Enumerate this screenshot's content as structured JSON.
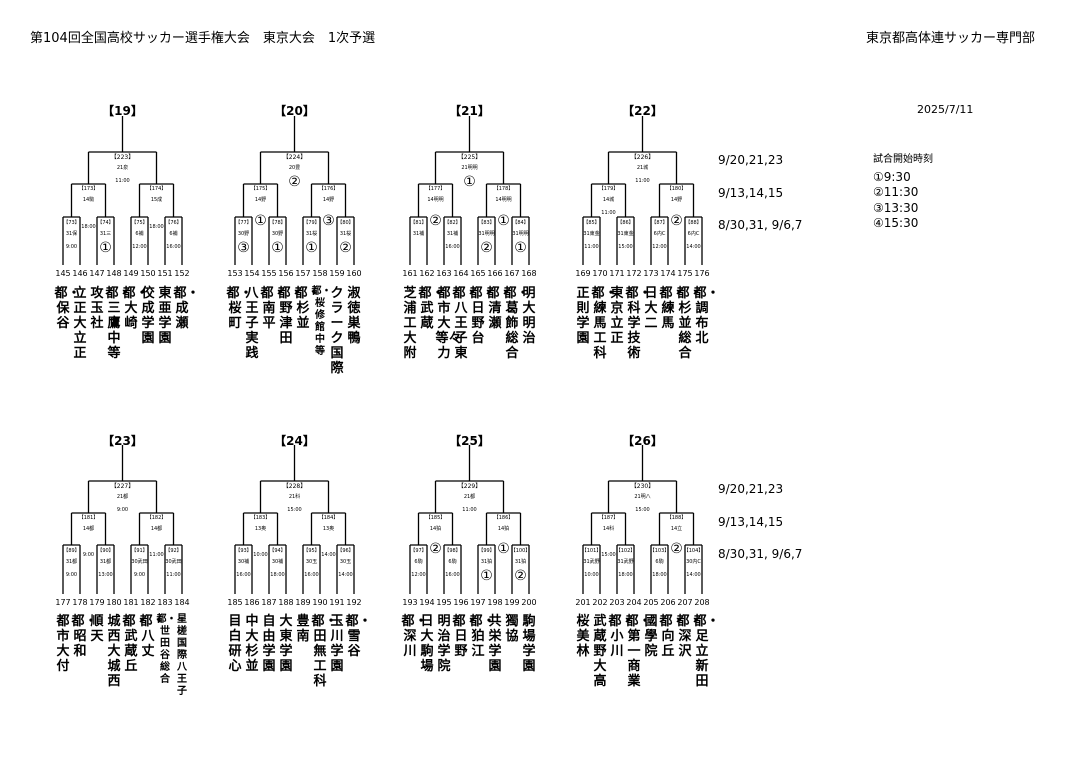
{
  "header": {
    "title": "第104回全国高校サッカー選手権大会　東京大会　1次予選",
    "org": "東京都高体連サッカー専門部",
    "date": "2025/7/11"
  },
  "schedule": {
    "final_dates": "9/20,21,23",
    "second_dates": "9/13,14,15",
    "first_dates": "8/30,31, 9/6,7"
  },
  "start_times": {
    "title": "試合開始時刻",
    "items": [
      "①9:30",
      "②11:30",
      "③13:30",
      "④15:30"
    ]
  },
  "blocks": [
    {
      "label": "【19】",
      "final": {
        "game": "【223】",
        "venue": "21泉",
        "time": "11:00",
        "circle": ""
      },
      "semis": [
        {
          "game": "【173】",
          "venue": "14駒",
          "time": ""
        },
        {
          "game": "【174】",
          "venue": "15成",
          "time": ""
        }
      ],
      "firsts": [
        {
          "game": "【73】",
          "venue": "31保",
          "time": "9:00",
          "circle": ""
        },
        {
          "game": "【74】",
          "venue": "31三",
          "time": "",
          "circle": "①"
        },
        {
          "game": "【75】",
          "venue": "6補",
          "time": "12:00",
          "circle": ""
        },
        {
          "game": "【76】",
          "venue": "6補",
          "time": "16:00",
          "circle": ""
        }
      ],
      "inner_times": [
        "18:00",
        "18:00"
      ],
      "numbers": [
        "145",
        "146",
        "147",
        "148",
        "149",
        "150",
        "151",
        "152"
      ],
      "teams": [
        "都・保谷",
        "立正大立正",
        "攻玉社",
        "都・三鷹中等",
        "都・大崎",
        "佼成学園",
        "東亜学園",
        "都・成瀬"
      ]
    },
    {
      "label": "【20】",
      "final": {
        "game": "【224】",
        "venue": "20豊",
        "time": "",
        "circle": "②"
      },
      "semis": [
        {
          "game": "【175】",
          "venue": "14野",
          "time": ""
        },
        {
          "game": "【176】",
          "venue": "14野",
          "time": ""
        }
      ],
      "firsts": [
        {
          "game": "【77】",
          "venue": "30野",
          "time": "",
          "circle": "③"
        },
        {
          "game": "【78】",
          "venue": "30野",
          "time": "",
          "circle": "①"
        },
        {
          "game": "【79】",
          "venue": "31桜",
          "time": "",
          "circle": "①"
        },
        {
          "game": "【80】",
          "venue": "31桜",
          "time": "",
          "circle": "②"
        }
      ],
      "inner_circles": [
        "①",
        "③"
      ],
      "numbers": [
        "153",
        "154",
        "155",
        "156",
        "157",
        "158",
        "159",
        "160"
      ],
      "teams": [
        "都・桜町",
        "八王子実践",
        "都・南平",
        "都・野津田",
        "都・杉並",
        "都・桜修館中等",
        "クラーク国際",
        "淑徳巣鴨"
      ]
    },
    {
      "label": "【21】",
      "final": {
        "game": "【225】",
        "venue": "21明明",
        "time": "",
        "circle": "①"
      },
      "semis": [
        {
          "game": "【177】",
          "venue": "14明明",
          "time": ""
        },
        {
          "game": "【178】",
          "venue": "14明明",
          "time": ""
        }
      ],
      "firsts": [
        {
          "game": "【81】",
          "venue": "31補",
          "time": "",
          "circle": ""
        },
        {
          "game": "【82】",
          "venue": "31補",
          "time": "16:00",
          "circle": ""
        },
        {
          "game": "【83】",
          "venue": "31明明",
          "time": "",
          "circle": "②"
        },
        {
          "game": "【84】",
          "venue": "31明明",
          "time": "",
          "circle": "①"
        }
      ],
      "inner_circles": [
        "②",
        "①"
      ],
      "numbers": [
        "161",
        "162",
        "163",
        "164",
        "165",
        "166",
        "167",
        "168"
      ],
      "teams": [
        "芝浦工大附",
        "都・武蔵",
        "都市大等々力",
        "都・八王子東",
        "都・日野台",
        "都・清瀬",
        "都・葛飾総合",
        "明大明治"
      ]
    },
    {
      "label": "【22】",
      "final": {
        "game": "【226】",
        "venue": "21城",
        "time": "11:00",
        "circle": ""
      },
      "semis": [
        {
          "game": "【179】",
          "venue": "14城",
          "time": "11:00"
        },
        {
          "game": "【180】",
          "venue": "14野",
          "time": ""
        }
      ],
      "firsts": [
        {
          "game": "【85】",
          "venue": "31東金",
          "time": "11:00",
          "circle": ""
        },
        {
          "game": "【86】",
          "venue": "31東金",
          "time": "15:00",
          "circle": ""
        },
        {
          "game": "【87】",
          "venue": "6内C",
          "time": "12:00",
          "circle": ""
        },
        {
          "game": "【88】",
          "venue": "6内C",
          "time": "14:00",
          "circle": ""
        }
      ],
      "inner_circles": [
        "",
        "②"
      ],
      "numbers": [
        "169",
        "170",
        "171",
        "172",
        "173",
        "174",
        "175",
        "176"
      ],
      "teams": [
        "正則学園",
        "都・練馬工科",
        "東京立正",
        "都・科学技術",
        "日大二",
        "都・練馬",
        "都・杉並総合",
        "都・調布北"
      ]
    },
    {
      "label": "【23】",
      "final": {
        "game": "【227】",
        "venue": "21都",
        "time": "9:00",
        "circle": ""
      },
      "semis": [
        {
          "game": "【181】",
          "venue": "14都",
          "time": ""
        },
        {
          "game": "【182】",
          "venue": "14都",
          "time": ""
        }
      ],
      "firsts": [
        {
          "game": "【89】",
          "venue": "31都",
          "time": "9:00",
          "circle": ""
        },
        {
          "game": "【90】",
          "venue": "31都",
          "time": "13:00",
          "circle": ""
        },
        {
          "game": "【91】",
          "venue": "30武田",
          "time": "9:00",
          "circle": ""
        },
        {
          "game": "【92】",
          "venue": "30武田",
          "time": "11:00",
          "circle": ""
        }
      ],
      "inner_times": [
        "9:00",
        "11:00"
      ],
      "numbers": [
        "177",
        "178",
        "179",
        "180",
        "181",
        "182",
        "183",
        "184"
      ],
      "teams": [
        "都市大付",
        "都・昭和",
        "順天",
        "城西大城西",
        "都・武蔵丘",
        "都・八丈",
        "都・世田谷総合",
        "星槎国際八王子"
      ]
    },
    {
      "label": "【24】",
      "final": {
        "game": "【228】",
        "venue": "21科",
        "time": "15:00",
        "circle": ""
      },
      "semis": [
        {
          "game": "【183】",
          "venue": "13奥",
          "time": ""
        },
        {
          "game": "【184】",
          "venue": "13奥",
          "time": ""
        }
      ],
      "firsts": [
        {
          "game": "【93】",
          "venue": "30補",
          "time": "16:00",
          "circle": ""
        },
        {
          "game": "【94】",
          "venue": "30補",
          "time": "18:00",
          "circle": ""
        },
        {
          "game": "【95】",
          "venue": "30玉",
          "time": "16:00",
          "circle": ""
        },
        {
          "game": "【96】",
          "venue": "30玉",
          "time": "14:00",
          "circle": ""
        }
      ],
      "inner_times": [
        "10:00",
        "14:00"
      ],
      "numbers": [
        "185",
        "186",
        "187",
        "188",
        "189",
        "190",
        "191",
        "192"
      ],
      "teams": [
        "目白研心",
        "中大杉並",
        "自由学園",
        "大東学園",
        "豊南",
        "都・田無工科",
        "玉川学園",
        "都・雪谷"
      ]
    },
    {
      "label": "【25】",
      "final": {
        "game": "【229】",
        "venue": "21都",
        "time": "11:00",
        "circle": ""
      },
      "semis": [
        {
          "game": "【185】",
          "venue": "14狛",
          "time": ""
        },
        {
          "game": "【186】",
          "venue": "14狛",
          "time": ""
        }
      ],
      "firsts": [
        {
          "game": "【97】",
          "venue": "6駒",
          "time": "12:00",
          "circle": ""
        },
        {
          "game": "【98】",
          "venue": "6駒",
          "time": "16:00",
          "circle": ""
        },
        {
          "game": "【99】",
          "venue": "31狛",
          "time": "",
          "circle": "①"
        },
        {
          "game": "【100】",
          "venue": "31狛",
          "time": "",
          "circle": "②"
        }
      ],
      "inner_circles": [
        "②",
        "①"
      ],
      "numbers": [
        "193",
        "194",
        "195",
        "196",
        "197",
        "198",
        "199",
        "200"
      ],
      "teams": [
        "都・深川",
        "日大駒場",
        "明治学院",
        "都・日野",
        "都・狛江",
        "共栄学園",
        "獨協",
        "駒場学園"
      ]
    },
    {
      "label": "【26】",
      "final": {
        "game": "【230】",
        "venue": "21明八",
        "time": "15:00",
        "circle": ""
      },
      "semis": [
        {
          "game": "【187】",
          "venue": "14科",
          "time": ""
        },
        {
          "game": "【188】",
          "venue": "14立",
          "time": ""
        }
      ],
      "firsts": [
        {
          "game": "【101】",
          "venue": "31武野",
          "time": "10:00",
          "circle": ""
        },
        {
          "game": "【102】",
          "venue": "31武野",
          "time": "18:00",
          "circle": ""
        },
        {
          "game": "【103】",
          "venue": "6駒",
          "time": "18:00",
          "circle": ""
        },
        {
          "game": "【104】",
          "venue": "30内C",
          "time": "14:00",
          "circle": ""
        }
      ],
      "inner_circles": [
        "",
        "②"
      ],
      "inner_times": [
        "15:00",
        ""
      ],
      "numbers": [
        "201",
        "202",
        "203",
        "204",
        "205",
        "206",
        "207",
        "208"
      ],
      "teams": [
        "桜美林",
        "武蔵野大高",
        "都・小川",
        "都・第一商業",
        "國學院",
        "都・向丘",
        "都・深沢",
        "都・足立新田"
      ]
    }
  ]
}
